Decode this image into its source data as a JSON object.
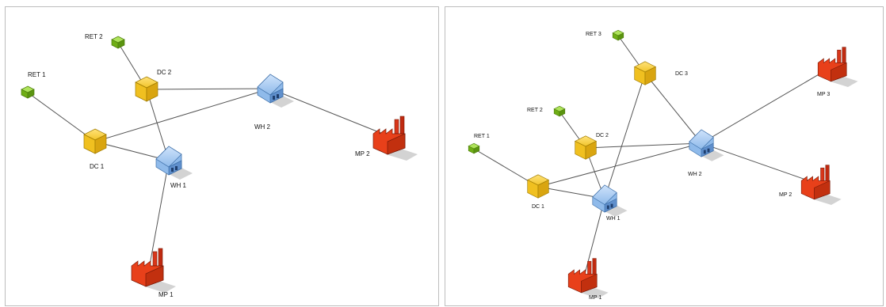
{
  "colors": {
    "retailer": "#7cc21e",
    "distribution_center": "#f0c020",
    "warehouse": "#7aaee6",
    "manufacturing_plant": "#e8401a",
    "edge": "#555555",
    "panel_border": "#bdbdbd"
  },
  "left": {
    "labels": {
      "ret1": "RET 1",
      "ret2": "RET 2",
      "dc1": "DC 1",
      "dc2": "DC 2",
      "wh1": "WH 1",
      "wh2": "WH 2",
      "mp1": "MP 1",
      "mp2": "MP 2"
    },
    "connections": [
      [
        "ret1",
        "dc1"
      ],
      [
        "ret2",
        "dc2"
      ],
      [
        "dc2",
        "wh1"
      ],
      [
        "dc2",
        "wh2"
      ],
      [
        "dc1",
        "wh1"
      ],
      [
        "dc1",
        "wh2"
      ],
      [
        "wh2",
        "mp2"
      ],
      [
        "wh1",
        "mp1"
      ]
    ]
  },
  "right": {
    "labels": {
      "ret1": "RET 1",
      "ret2": "RET 2",
      "ret3": "RET 3",
      "dc1": "DC 1",
      "dc2": "DC 2",
      "dc3": "DC 3",
      "wh1": "WH 1",
      "wh2": "WH 2",
      "mp1": "MP 1",
      "mp2": "MP 2",
      "mp3": "MP 3"
    },
    "connections": [
      [
        "ret1",
        "dc1"
      ],
      [
        "ret2",
        "dc2"
      ],
      [
        "ret3",
        "dc3"
      ],
      [
        "dc1",
        "wh1"
      ],
      [
        "dc1",
        "wh2"
      ],
      [
        "dc2",
        "wh1"
      ],
      [
        "dc2",
        "wh2"
      ],
      [
        "dc3",
        "wh1"
      ],
      [
        "dc3",
        "wh2"
      ],
      [
        "wh1",
        "mp1"
      ],
      [
        "wh2",
        "mp2"
      ],
      [
        "wh2",
        "mp3"
      ]
    ]
  }
}
